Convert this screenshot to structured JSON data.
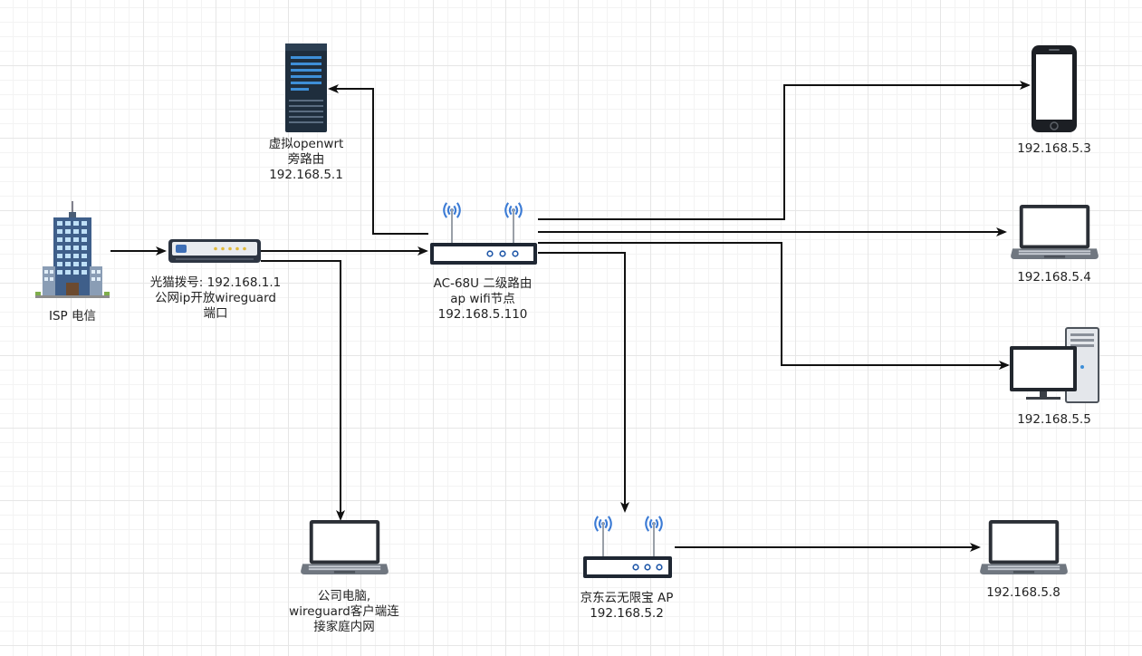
{
  "nodes": {
    "isp": {
      "lines": [
        "ISP 电信"
      ]
    },
    "modem": {
      "lines": [
        "光猫拨号: 192.168.1.1",
        "公网ip开放wireguard",
        "端口"
      ]
    },
    "openwrt": {
      "lines": [
        "虚拟openwrt",
        "旁路由",
        "192.168.5.1"
      ]
    },
    "router": {
      "lines": [
        "AC-68U 二级路由",
        "ap wifi节点",
        "192.168.5.110"
      ]
    },
    "company_pc": {
      "lines": [
        "公司电脑,",
        "wireguard客户端连",
        "接家庭内网"
      ]
    },
    "jd_ap": {
      "lines": [
        "京东云无限宝 AP",
        "192.168.5.2"
      ]
    },
    "phone": {
      "lines": [
        "192.168.5.3"
      ]
    },
    "laptop4": {
      "lines": [
        "192.168.5.4"
      ]
    },
    "desktop5": {
      "lines": [
        "192.168.5.5"
      ]
    },
    "laptop8": {
      "lines": [
        "192.168.5.8"
      ]
    }
  }
}
